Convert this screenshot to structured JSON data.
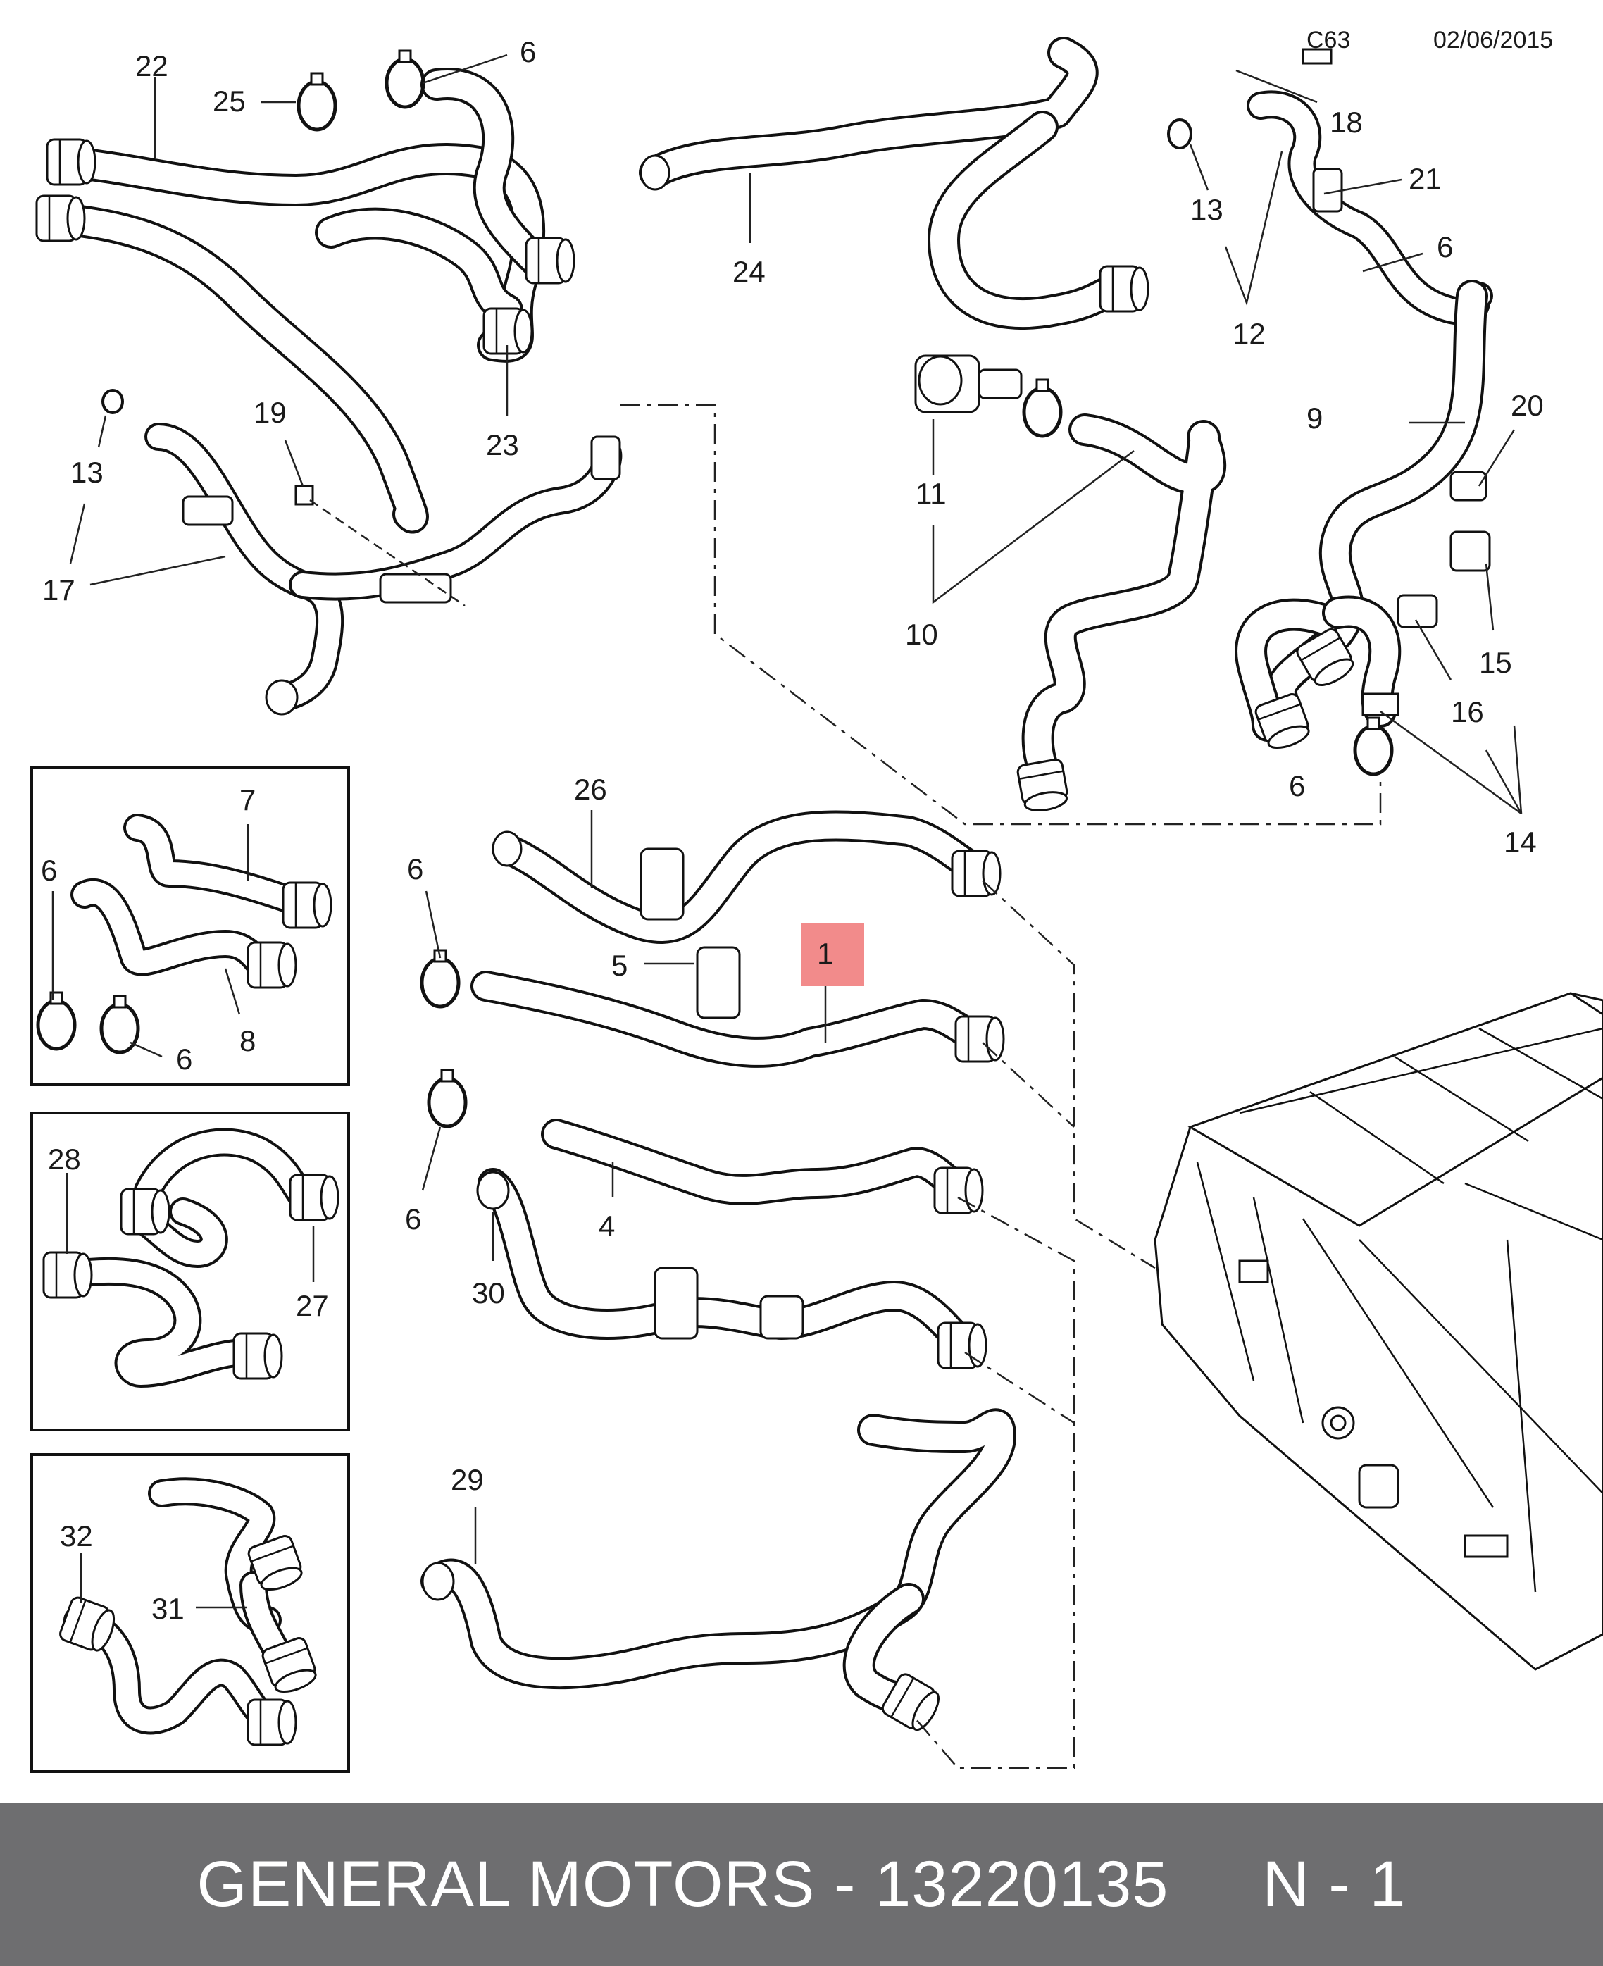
{
  "header": {
    "code": "C63",
    "date": "02/06/2015"
  },
  "footer": {
    "brand": "GENERAL MOTORS",
    "separator": "-",
    "part_number": "13220135",
    "page": "N - 1"
  },
  "callouts": {
    "c22": "22",
    "c25": "25",
    "c6a": "6",
    "c23": "23",
    "c24": "24",
    "c18": "18",
    "c13a": "13",
    "c21": "21",
    "c6b": "6",
    "c12": "12",
    "c20": "20",
    "c9": "9",
    "c11": "11",
    "c10": "10",
    "c19": "19",
    "c13b": "13",
    "c17": "17",
    "c15": "15",
    "c16": "16",
    "c6c": "6",
    "c14": "14",
    "c26": "26",
    "c7": "7",
    "c6d": "6",
    "c8": "8",
    "c6e": "6",
    "c6f": "6",
    "c5": "5",
    "c1": "1",
    "c6g": "6",
    "c4": "4",
    "c30": "30",
    "c28": "28",
    "c27": "27",
    "c29": "29",
    "c32": "32",
    "c31": "31"
  },
  "highlight": {
    "target": "1",
    "color": "#f28b8b"
  }
}
